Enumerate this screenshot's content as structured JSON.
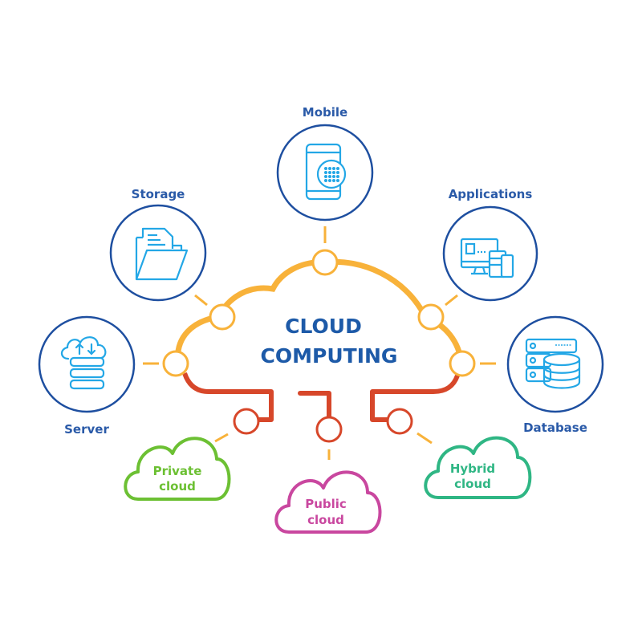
{
  "title": {
    "line1": "CLOUD",
    "line2": "COMPUTING"
  },
  "colors": {
    "primary_blue": "#1e4fa0",
    "icon_blue": "#23a7e6",
    "orange": "#f8b23a",
    "red": "#d7472a",
    "private_green": "#6cc033",
    "public_magenta": "#c9479f",
    "hybrid_teal": "#2fb684"
  },
  "services": [
    {
      "id": "mobile",
      "label": "Mobile",
      "icon": "mobile-phone-icon"
    },
    {
      "id": "storage",
      "label": "Storage",
      "icon": "folder-documents-icon"
    },
    {
      "id": "applications",
      "label": "Applications",
      "icon": "devices-icon"
    },
    {
      "id": "server",
      "label": "Server",
      "icon": "cloud-server-icon"
    },
    {
      "id": "database",
      "label": "Database",
      "icon": "database-server-icon"
    }
  ],
  "deployment": [
    {
      "id": "private",
      "line1": "Private",
      "line2": "cloud"
    },
    {
      "id": "public",
      "line1": "Public",
      "line2": "cloud"
    },
    {
      "id": "hybrid",
      "line1": "Hybrid",
      "line2": "cloud"
    }
  ]
}
